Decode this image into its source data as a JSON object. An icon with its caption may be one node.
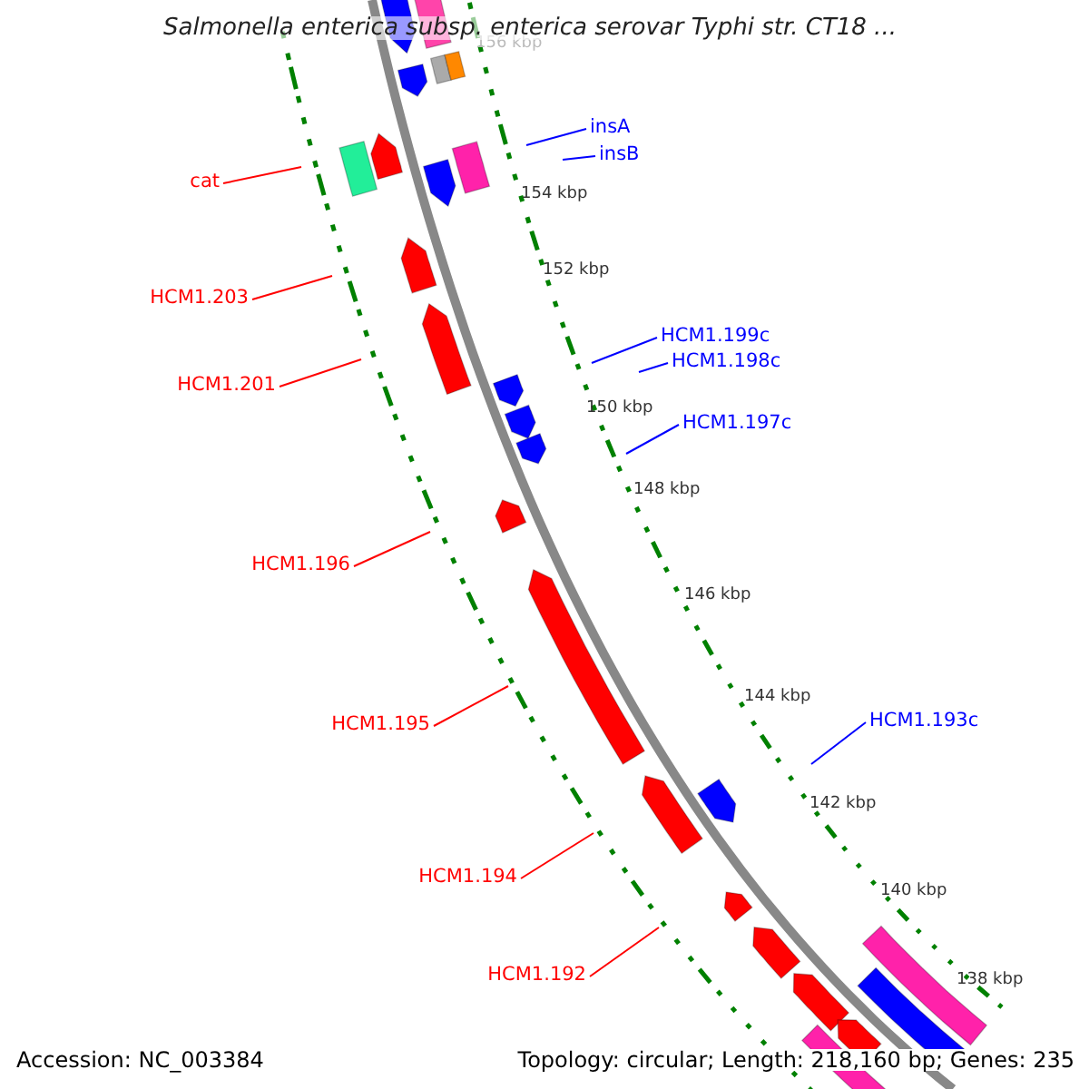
{
  "diagram": {
    "title": "Salmonella enterica subsp. enterica serovar Typhi str. CT18 ...",
    "nodes": [
      {
        "text": [
          "insA"
        ]
      },
      {
        "text": [
          "insB"
        ]
      },
      {
        "text": [
          "cat"
        ]
      },
      {
        "text": [
          "HCM1.203"
        ]
      },
      {
        "text": [
          "HCM1.199c"
        ]
      },
      {
        "text": [
          "HCM1.198c"
        ]
      },
      {
        "text": [
          "HCM1.201"
        ]
      },
      {
        "text": [
          "HCM1.197c"
        ]
      },
      {
        "text": [
          "HCM1.196"
        ]
      },
      {
        "text": [
          "HCM1.193c"
        ]
      },
      {
        "text": [
          "HCM1.195"
        ]
      },
      {
        "text": [
          "HCM1.194"
        ]
      },
      {
        "text": [
          "HCM1.192"
        ]
      }
    ],
    "edges": [
      {
        "from": 0,
        "to": null,
        "arrow": "none",
        "color": "#0000ff"
      },
      {
        "from": 1,
        "to": null,
        "arrow": "none",
        "color": "#0000ff"
      },
      {
        "from": 2,
        "to": null,
        "arrow": "none"
      },
      {
        "from": 3,
        "to": null,
        "arrow": "none"
      },
      {
        "from": 4,
        "to": null,
        "arrow": "none",
        "color": "#0000ff"
      },
      {
        "from": 5,
        "to": null,
        "arrow": "none",
        "color": "#0000ff"
      },
      {
        "from": 6,
        "to": null,
        "arrow": "none"
      },
      {
        "from": 7,
        "to": null,
        "arrow": "none",
        "color": "#0000ff"
      },
      {
        "from": 8,
        "to": null,
        "arrow": "none"
      },
      {
        "from": 9,
        "to": null,
        "arrow": "none",
        "color": "#0000ff"
      },
      {
        "from": 10,
        "to": null,
        "arrow": "none"
      },
      {
        "from": 11,
        "to": null,
        "arrow": "none"
      },
      {
        "from": 12,
        "to": null,
        "arrow": "none"
      }
    ],
    "labels": [
      "156 kbp",
      "154 kbp",
      "152 kbp",
      "150 kbp",
      "148 kbp",
      "146 kbp",
      "144 kbp",
      "142 kbp",
      "140 kbp",
      "138 kbp",
      "Accession: NC_003384",
      "Topology: circular; Length: 218,160 bp; Genes: 235"
    ]
  }
}
